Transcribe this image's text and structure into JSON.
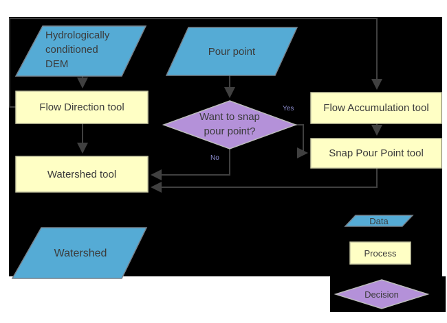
{
  "diagram": {
    "nodes": {
      "dem": {
        "label": "Hydrologically conditioned DEM",
        "type": "data"
      },
      "pour_point": {
        "label": "Pour point",
        "type": "data"
      },
      "flow_direction": {
        "label": "Flow Direction tool",
        "type": "process"
      },
      "flow_accumulation": {
        "label": "Flow Accumulation tool",
        "type": "process"
      },
      "snap_pour_point": {
        "label": "Snap Pour Point tool",
        "type": "process"
      },
      "decision": {
        "label": "Want to snap pour point?",
        "type": "decision"
      },
      "watershed_tool": {
        "label": "Watershed tool",
        "type": "process"
      },
      "watershed": {
        "label": "Watershed",
        "type": "data"
      }
    },
    "edge_labels": {
      "yes": "Yes",
      "no": "No"
    },
    "legend": {
      "data": "Data",
      "process": "Process",
      "decision": "Decision"
    },
    "colors": {
      "data_fill": "#55abd5",
      "process_fill": "#ffffc5",
      "decision_fill": "#b491d9",
      "connector": "#404040",
      "background_block": "#000000",
      "page": "#ffffff",
      "text": "#3b3b3b"
    }
  }
}
